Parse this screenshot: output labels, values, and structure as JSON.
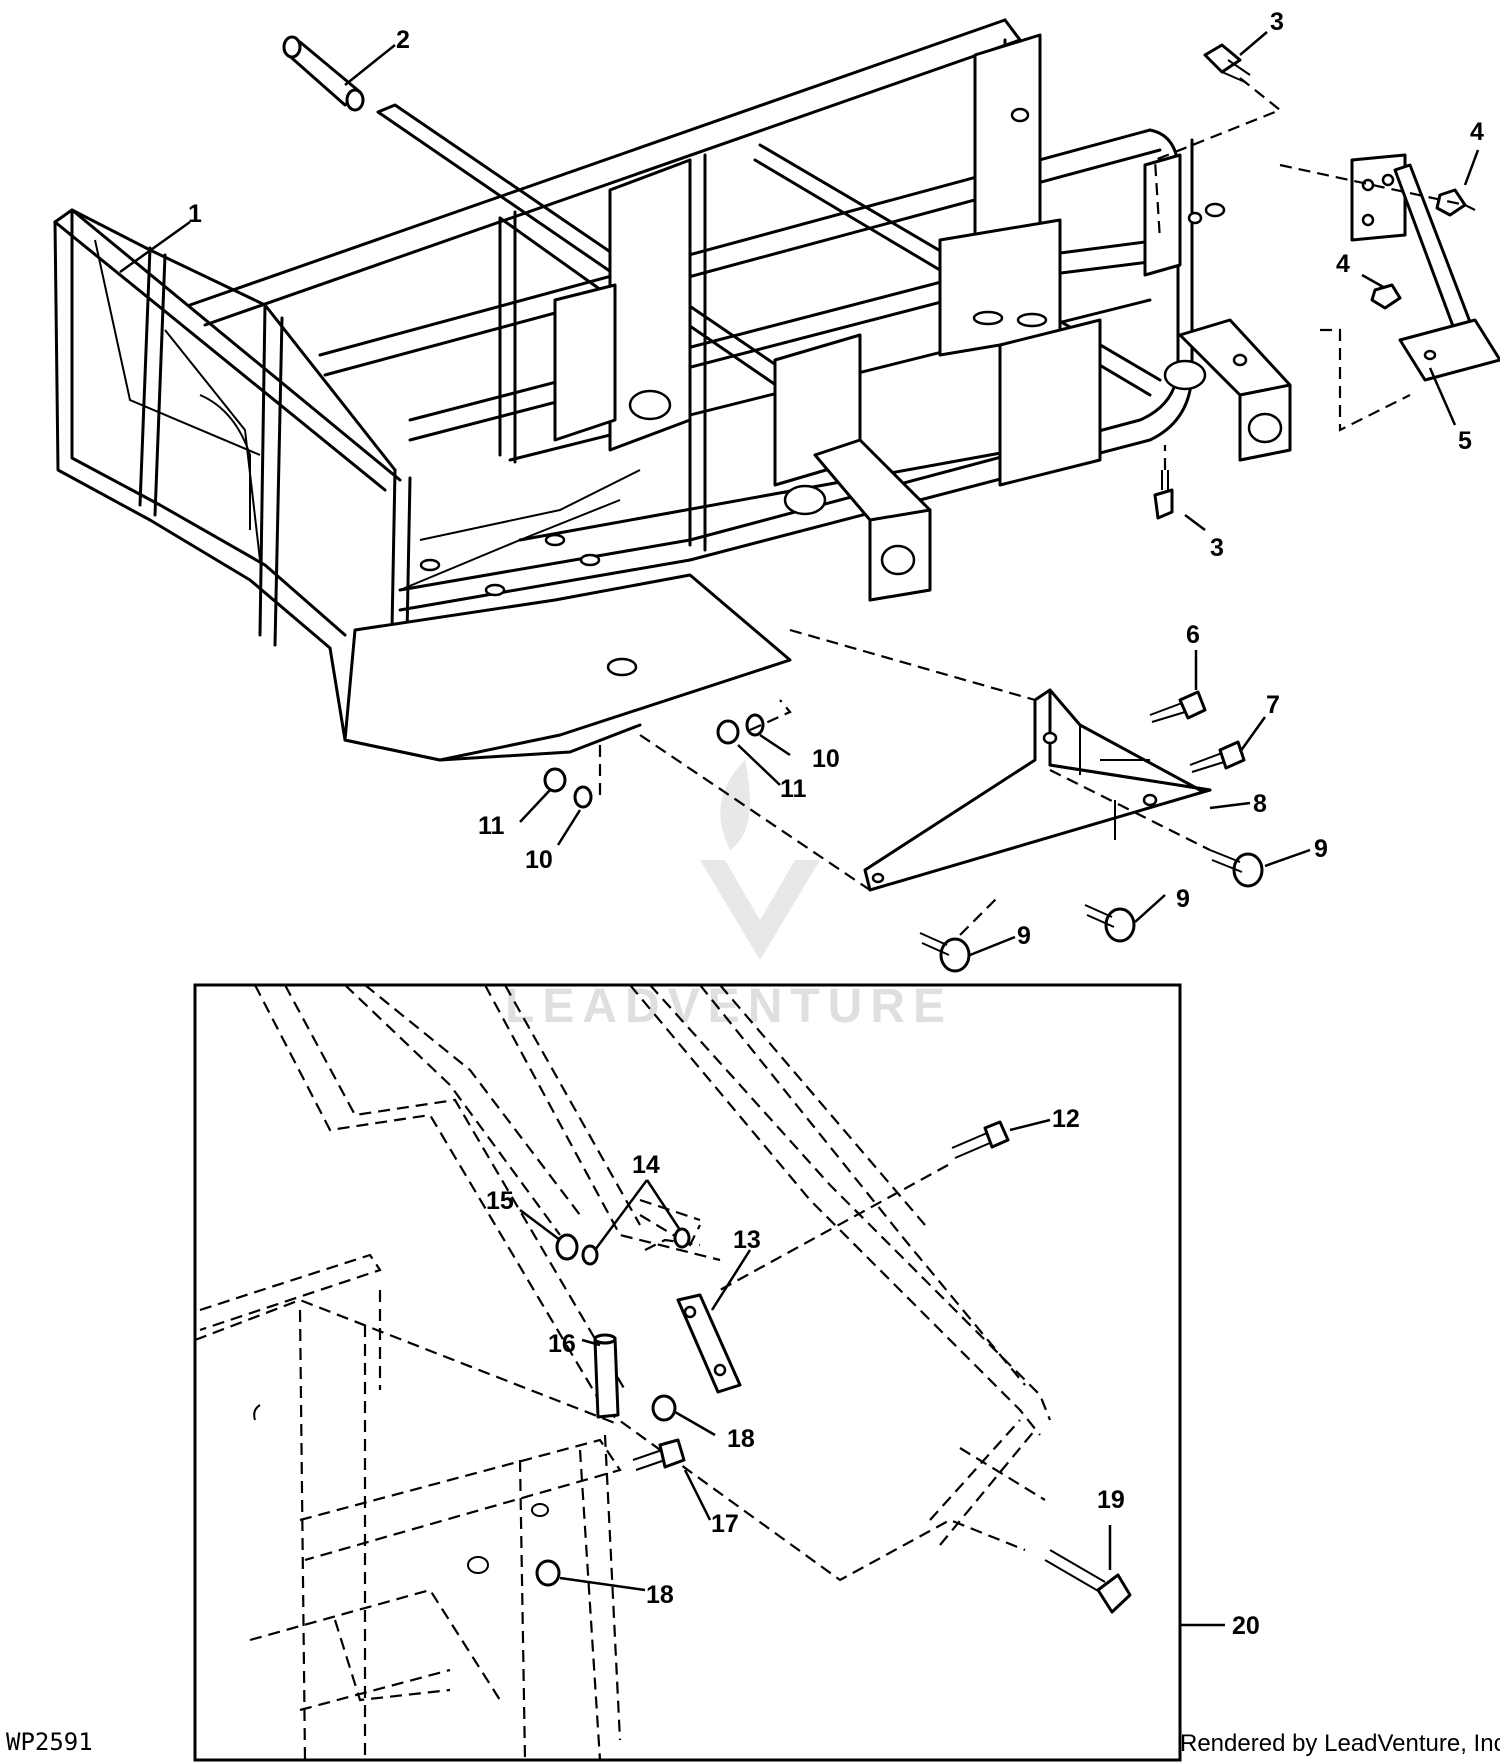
{
  "figure_code": "WP2591",
  "credit": "Rendered by LeadVenture, Inc.",
  "watermark": "LEADVENTURE",
  "callouts": {
    "c1": "1",
    "c2": "2",
    "c3a": "3",
    "c3b": "3",
    "c4a": "4",
    "c4b": "4",
    "c5": "5",
    "c6": "6",
    "c7": "7",
    "c8": "8",
    "c9a": "9",
    "c9b": "9",
    "c9c": "9",
    "c10a": "10",
    "c10b": "10",
    "c11a": "11",
    "c11b": "11",
    "c12": "12",
    "c13": "13",
    "c14": "14",
    "c15": "15",
    "c16": "16",
    "c17": "17",
    "c18a": "18",
    "c18b": "18",
    "c19": "19",
    "c20": "20"
  },
  "colors": {
    "ink": "#000000",
    "watermark": "#dcdcdc",
    "background": "#ffffff"
  }
}
